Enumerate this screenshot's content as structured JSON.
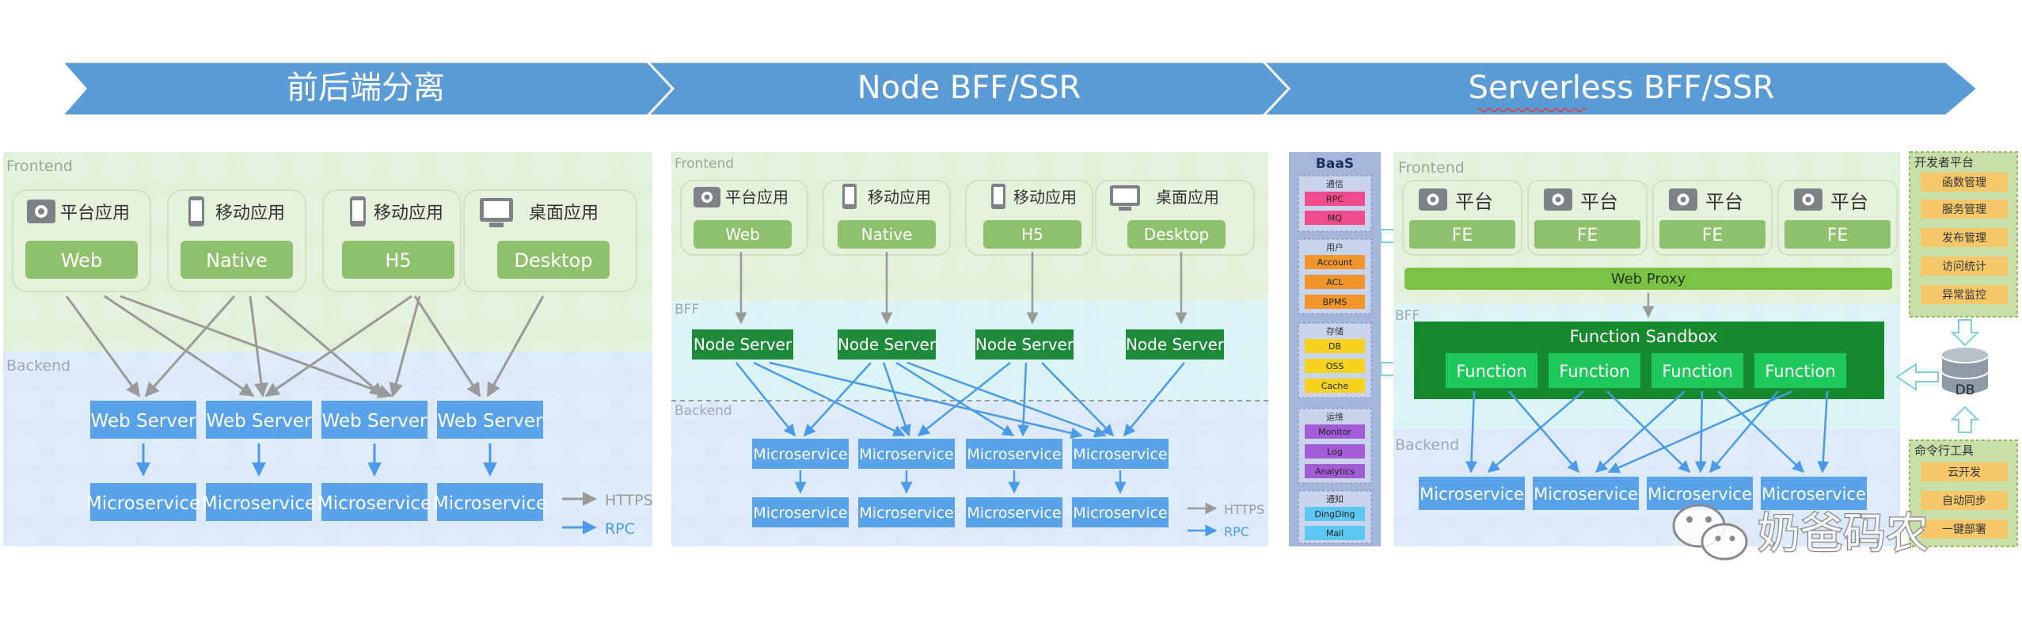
{
  "banner": {
    "stage1": "前后端分离",
    "stage2": "Node BFF/SSR",
    "stage3": "Serverless BFF/SSR"
  },
  "panel1": {
    "frontend_label": "Frontend",
    "backend_label": "Backend",
    "clients": [
      {
        "icon": "browser-icon",
        "name": "平台应用",
        "tag": "Web"
      },
      {
        "icon": "mobile-icon",
        "name": "移动应用",
        "tag": "Native"
      },
      {
        "icon": "mobile-icon",
        "name": "移动应用",
        "tag": "H5"
      },
      {
        "icon": "desktop-icon",
        "name": "桌面应用",
        "tag": "Desktop"
      }
    ],
    "servers": [
      "Web Server",
      "Web Server",
      "Web Server",
      "Web Server"
    ],
    "services": [
      "Microservice",
      "Microservice",
      "Microservice",
      "Microservice"
    ],
    "legend": {
      "https": "HTTPS",
      "rpc": "RPC"
    }
  },
  "panel2": {
    "frontend_label": "Frontend",
    "bff_label": "BFF",
    "backend_label": "Backend",
    "clients": [
      {
        "icon": "browser-icon",
        "name": "平台应用",
        "tag": "Web"
      },
      {
        "icon": "mobile-icon",
        "name": "移动应用",
        "tag": "Native"
      },
      {
        "icon": "mobile-icon",
        "name": "移动应用",
        "tag": "H5"
      },
      {
        "icon": "desktop-icon",
        "name": "桌面应用",
        "tag": "Desktop"
      }
    ],
    "node_servers": [
      "Node Server",
      "Node Server",
      "Node Server",
      "Node Server"
    ],
    "services_row1": [
      "Microservice",
      "Microservice",
      "Microservice",
      "Microservice"
    ],
    "services_row2": [
      "Microservice",
      "Microservice",
      "Microservice",
      "Microservice"
    ],
    "legend": {
      "https": "HTTPS",
      "rpc": "RPC"
    }
  },
  "baas": {
    "title": "BaaS",
    "groups": [
      {
        "label": "通信",
        "items": [
          "RPC",
          "MQ"
        ],
        "color": "#f04c8c"
      },
      {
        "label": "用户",
        "items": [
          "Account",
          "ACL",
          "BPMS"
        ],
        "color": "#f0962a"
      },
      {
        "label": "存储",
        "items": [
          "DB",
          "OSS",
          "Cache"
        ],
        "color": "#f4d21e"
      },
      {
        "label": "运维",
        "items": [
          "Monitor",
          "Log",
          "Analytics"
        ],
        "color": "#a15cd6"
      },
      {
        "label": "通知",
        "items": [
          "DingDing",
          "Mail"
        ],
        "color": "#5bc7f2"
      }
    ]
  },
  "panel3": {
    "frontend_label": "Frontend",
    "bff_label": "BFF",
    "backend_label": "Backend",
    "platforms": [
      {
        "icon": "browser-icon",
        "name": "平台",
        "tag": "FE"
      },
      {
        "icon": "browser-icon",
        "name": "平台",
        "tag": "FE"
      },
      {
        "icon": "browser-icon",
        "name": "平台",
        "tag": "FE"
      },
      {
        "icon": "browser-icon",
        "name": "平台",
        "tag": "FE"
      }
    ],
    "web_proxy": "Web Proxy",
    "sandbox_title": "Function Sandbox",
    "functions": [
      "Function",
      "Function",
      "Function",
      "Function"
    ],
    "services": [
      "Microservice",
      "Microservice",
      "Microservice",
      "Microservice"
    ]
  },
  "dev_platform": {
    "title": "开发者平台",
    "items": [
      "函数管理",
      "服务管理",
      "发布管理",
      "访问统计",
      "异常监控"
    ]
  },
  "db_label": "DB",
  "cli_tools": {
    "title": "命令行工具",
    "items": [
      "云开发",
      "自动同步",
      "一键部署"
    ]
  },
  "watermark": "奶爸码农",
  "colors": {
    "banner_blue": "#5b9bd5",
    "frontend_bg": "#e3f0d8",
    "backend_bg": "#dbe9f9",
    "bff_bg": "#d9f3f6",
    "client_green": "#8fc06b",
    "server_blue": "#5aa2ea",
    "node_green": "#1f8a3a",
    "function_green": "#1ec95b",
    "sandbox_green": "#17892f",
    "arrow_gray": "#9a9a9a",
    "arrow_blue": "#4b9ae8",
    "panel_yellow": "#f7c86a"
  }
}
